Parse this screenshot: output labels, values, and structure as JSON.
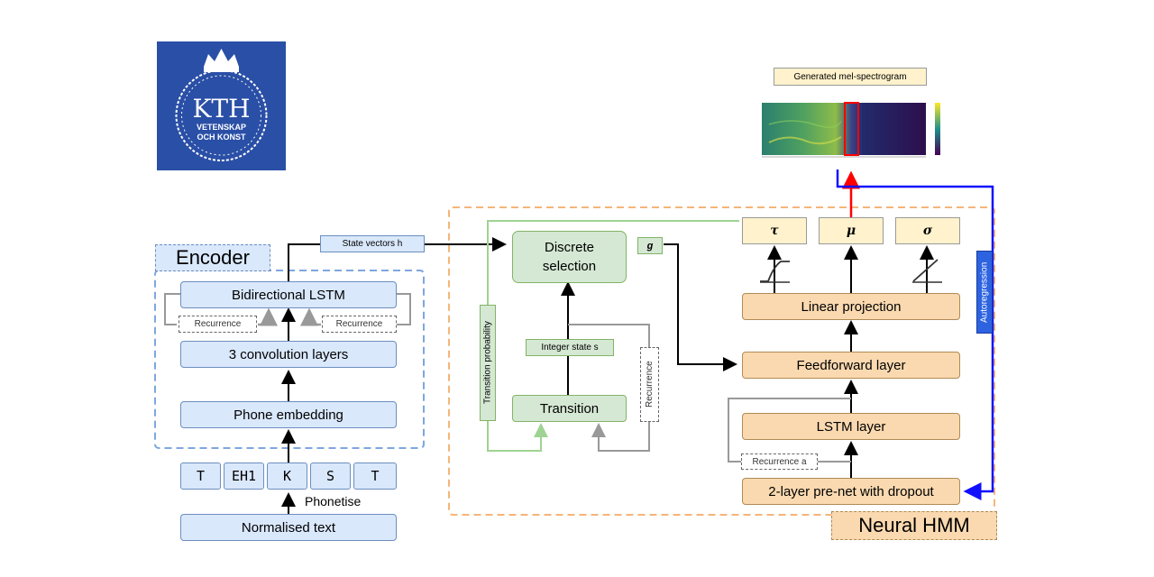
{
  "logo": {
    "text_main": "KTH",
    "text_sub1": "VETENSKAP",
    "text_sub2": "OCH KONST"
  },
  "encoder": {
    "title": "Encoder",
    "state_vectors": "State vectors h",
    "bilstm": "Bidirectional LSTM",
    "recurrence_left": "Recurrence",
    "recurrence_right": "Recurrence",
    "conv": "3 convolution layers",
    "embedding": "Phone embedding",
    "phones": [
      "T",
      "EH1",
      "K",
      "S",
      "T"
    ],
    "phonetise": "Phonetise",
    "input": "Normalised text"
  },
  "hmm": {
    "title": "Neural HMM",
    "discrete_selection": "Discrete selection",
    "g_label": "g",
    "transition_probability": "Transition probability",
    "integer_state": "Integer state s",
    "transition": "Transition",
    "recurrence": "Recurrence",
    "tau": "τ",
    "mu": "μ",
    "sigma": "σ",
    "linear_projection": "Linear projection",
    "feedforward": "Feedforward layer",
    "lstm": "LSTM layer",
    "recurrence_a": "Recurrence a",
    "prenet": "2-layer pre-net with dropout",
    "autoregression": "Autoregression",
    "mel_title": "Generated mel-spectrogram"
  },
  "colors": {
    "kth_blue": "#2a4fa6",
    "encoder_dash": "#7ea6e0",
    "hmm_dash": "#f5b57a",
    "green_line": "#9fd393",
    "red_arrow": "#ff0000",
    "autoreg_blue": "#1010ff"
  }
}
